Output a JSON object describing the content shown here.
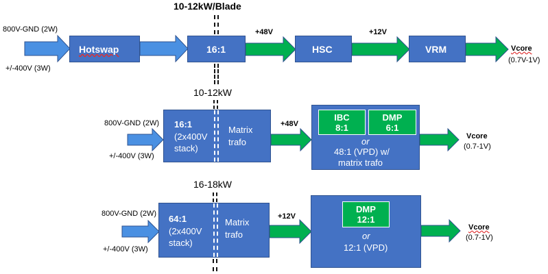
{
  "colors": {
    "box_blue": "#4472c4",
    "arrow_blue": "#4a90e2",
    "arrow_green": "#00b050",
    "green_box": "#00b050"
  },
  "row1": {
    "title": "10-12kW/Blade",
    "input_top": "800V-GND (2W)",
    "input_bottom": "+/-400V (3W)",
    "hotswap": "Hotswap",
    "ratio": "16:1",
    "v48": "+48V",
    "hsc": "HSC",
    "v12": "+12V",
    "vrm": "VRM",
    "vcore": "Vcore",
    "vcore_range": "(0.7V-1V)"
  },
  "row2": {
    "title": "10-12kW",
    "input_top": "800V-GND (2W)",
    "input_bottom": "+/-400V (3W)",
    "ratio": "16:1",
    "stack_1": "(2x400V",
    "stack_2": "stack)",
    "matrix": "Matrix",
    "trafo": "trafo",
    "v48": "+48V",
    "ibc_1": "IBC",
    "ibc_2": "8:1",
    "dmp_1": "DMP",
    "dmp_2": "6:1",
    "or": "or",
    "alt_1": "48:1 (VPD) w/",
    "alt_2": "matrix trafo",
    "vcore": "Vcore",
    "vcore_range": "(0.7-1V)"
  },
  "row3": {
    "title": "16-18kW",
    "input_top": "800V-GND (2W)",
    "input_bottom": "+/-400V (3W)",
    "ratio": "64:1",
    "stack_1": "(2x400V",
    "stack_2": "stack)",
    "matrix": "Matrix",
    "trafo": "trafo",
    "v12": "+12V",
    "dmp_1": "DMP",
    "dmp_2": "12:1",
    "or": "or",
    "alt": "12:1 (VPD)",
    "vcore": "Vcore",
    "vcore_range": "(0.7-1V)"
  }
}
